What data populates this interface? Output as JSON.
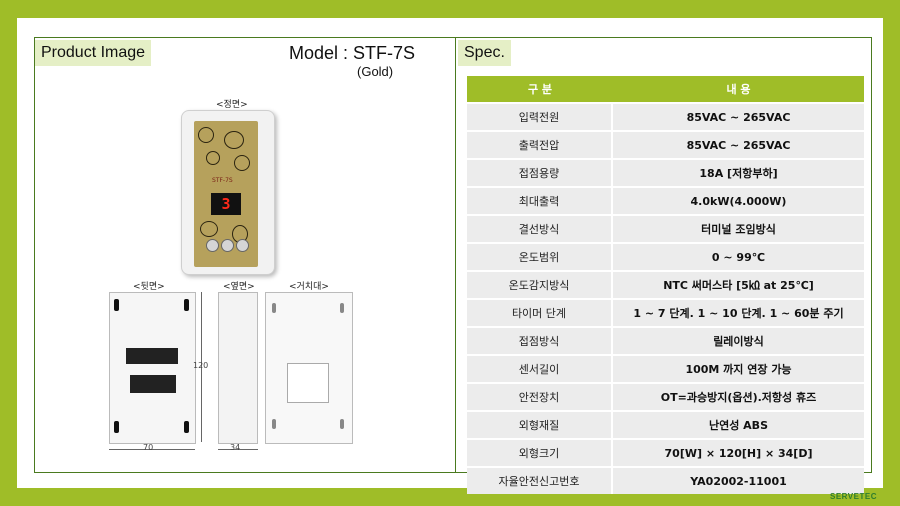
{
  "left": {
    "heading": "Product Image",
    "model_label": "Model  :  STF-7S",
    "model_sub": "(Gold)",
    "cap_front": "<정면>",
    "cap_back": "<뒷면>",
    "cap_side": "<옆면>",
    "cap_mount": "<거치대>",
    "brand_text": "STF-7S",
    "display_value": "3",
    "dim_height": "120",
    "dim_width": "70",
    "dim_depth": "34"
  },
  "right": {
    "heading": "Spec.",
    "table": {
      "headers": [
        "구 분",
        "내 용"
      ],
      "rows": [
        {
          "key": "입력전원",
          "value": "85VAC ~ 265VAC"
        },
        {
          "key": "출력전압",
          "value": "85VAC ~ 265VAC"
        },
        {
          "key": "접점용량",
          "value": "18A [저항부하]"
        },
        {
          "key": "최대출력",
          "value": "4.0kW(4.000W)"
        },
        {
          "key": "결선방식",
          "value": "터미널 조임방식"
        },
        {
          "key": "온도범위",
          "value": "0 ~ 99℃"
        },
        {
          "key": "온도감지방식",
          "value": "NTC 써머스타 [5㏀ at 25℃]"
        },
        {
          "key": "타이머 단계",
          "value": "1 ~ 7 단계. 1 ~ 10 단계. 1 ~ 60분 주기"
        },
        {
          "key": "접점방식",
          "value": "릴레이방식"
        },
        {
          "key": "센서길이",
          "value": "100M 까지 연장 가능"
        },
        {
          "key": "안전장치",
          "value": "OT=과승방지(옵션).저항성 휴즈"
        },
        {
          "key": "외형재질",
          "value": "난연성 ABS"
        },
        {
          "key": "외형크기",
          "value": "70[W] × 120[H] × 34[D]"
        },
        {
          "key": "자율안전신고번호",
          "value": "YA02002-11001"
        }
      ]
    }
  },
  "footer": {
    "logo_text": "SERVETEC"
  },
  "colors": {
    "accent": "#9fbd28",
    "heading_bg": "#e5efc6",
    "cell_bg": "#ececec"
  }
}
